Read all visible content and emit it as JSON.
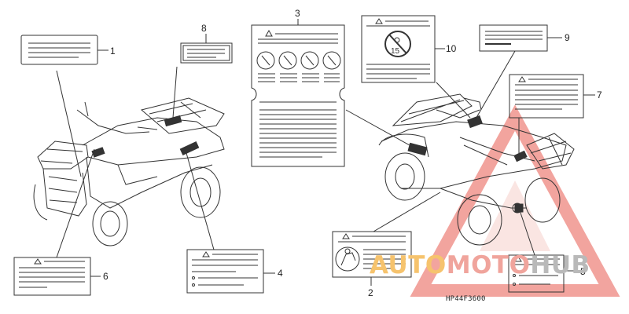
{
  "callouts": {
    "c1": "1",
    "c2": "2",
    "c3": "3",
    "c4": "4",
    "c5": "5",
    "c6": "6",
    "c7": "7",
    "c8": "8",
    "c9": "9",
    "c10": "10"
  },
  "diagram_code": "HP44F3600",
  "watermark": {
    "part1": "AUTO",
    "part2": "MOTO",
    "part3": "HUB"
  },
  "label10_number": "15",
  "colors": {
    "line": "#333333",
    "watermark_red": "#e85a50",
    "watermark_gold": "#f4b34a",
    "watermark_gray": "#aaaaaa"
  },
  "icons": [
    "warning-triangle-icon",
    "no-passenger-icon",
    "rider-gear-icon",
    "watermark-triangle-icon"
  ]
}
